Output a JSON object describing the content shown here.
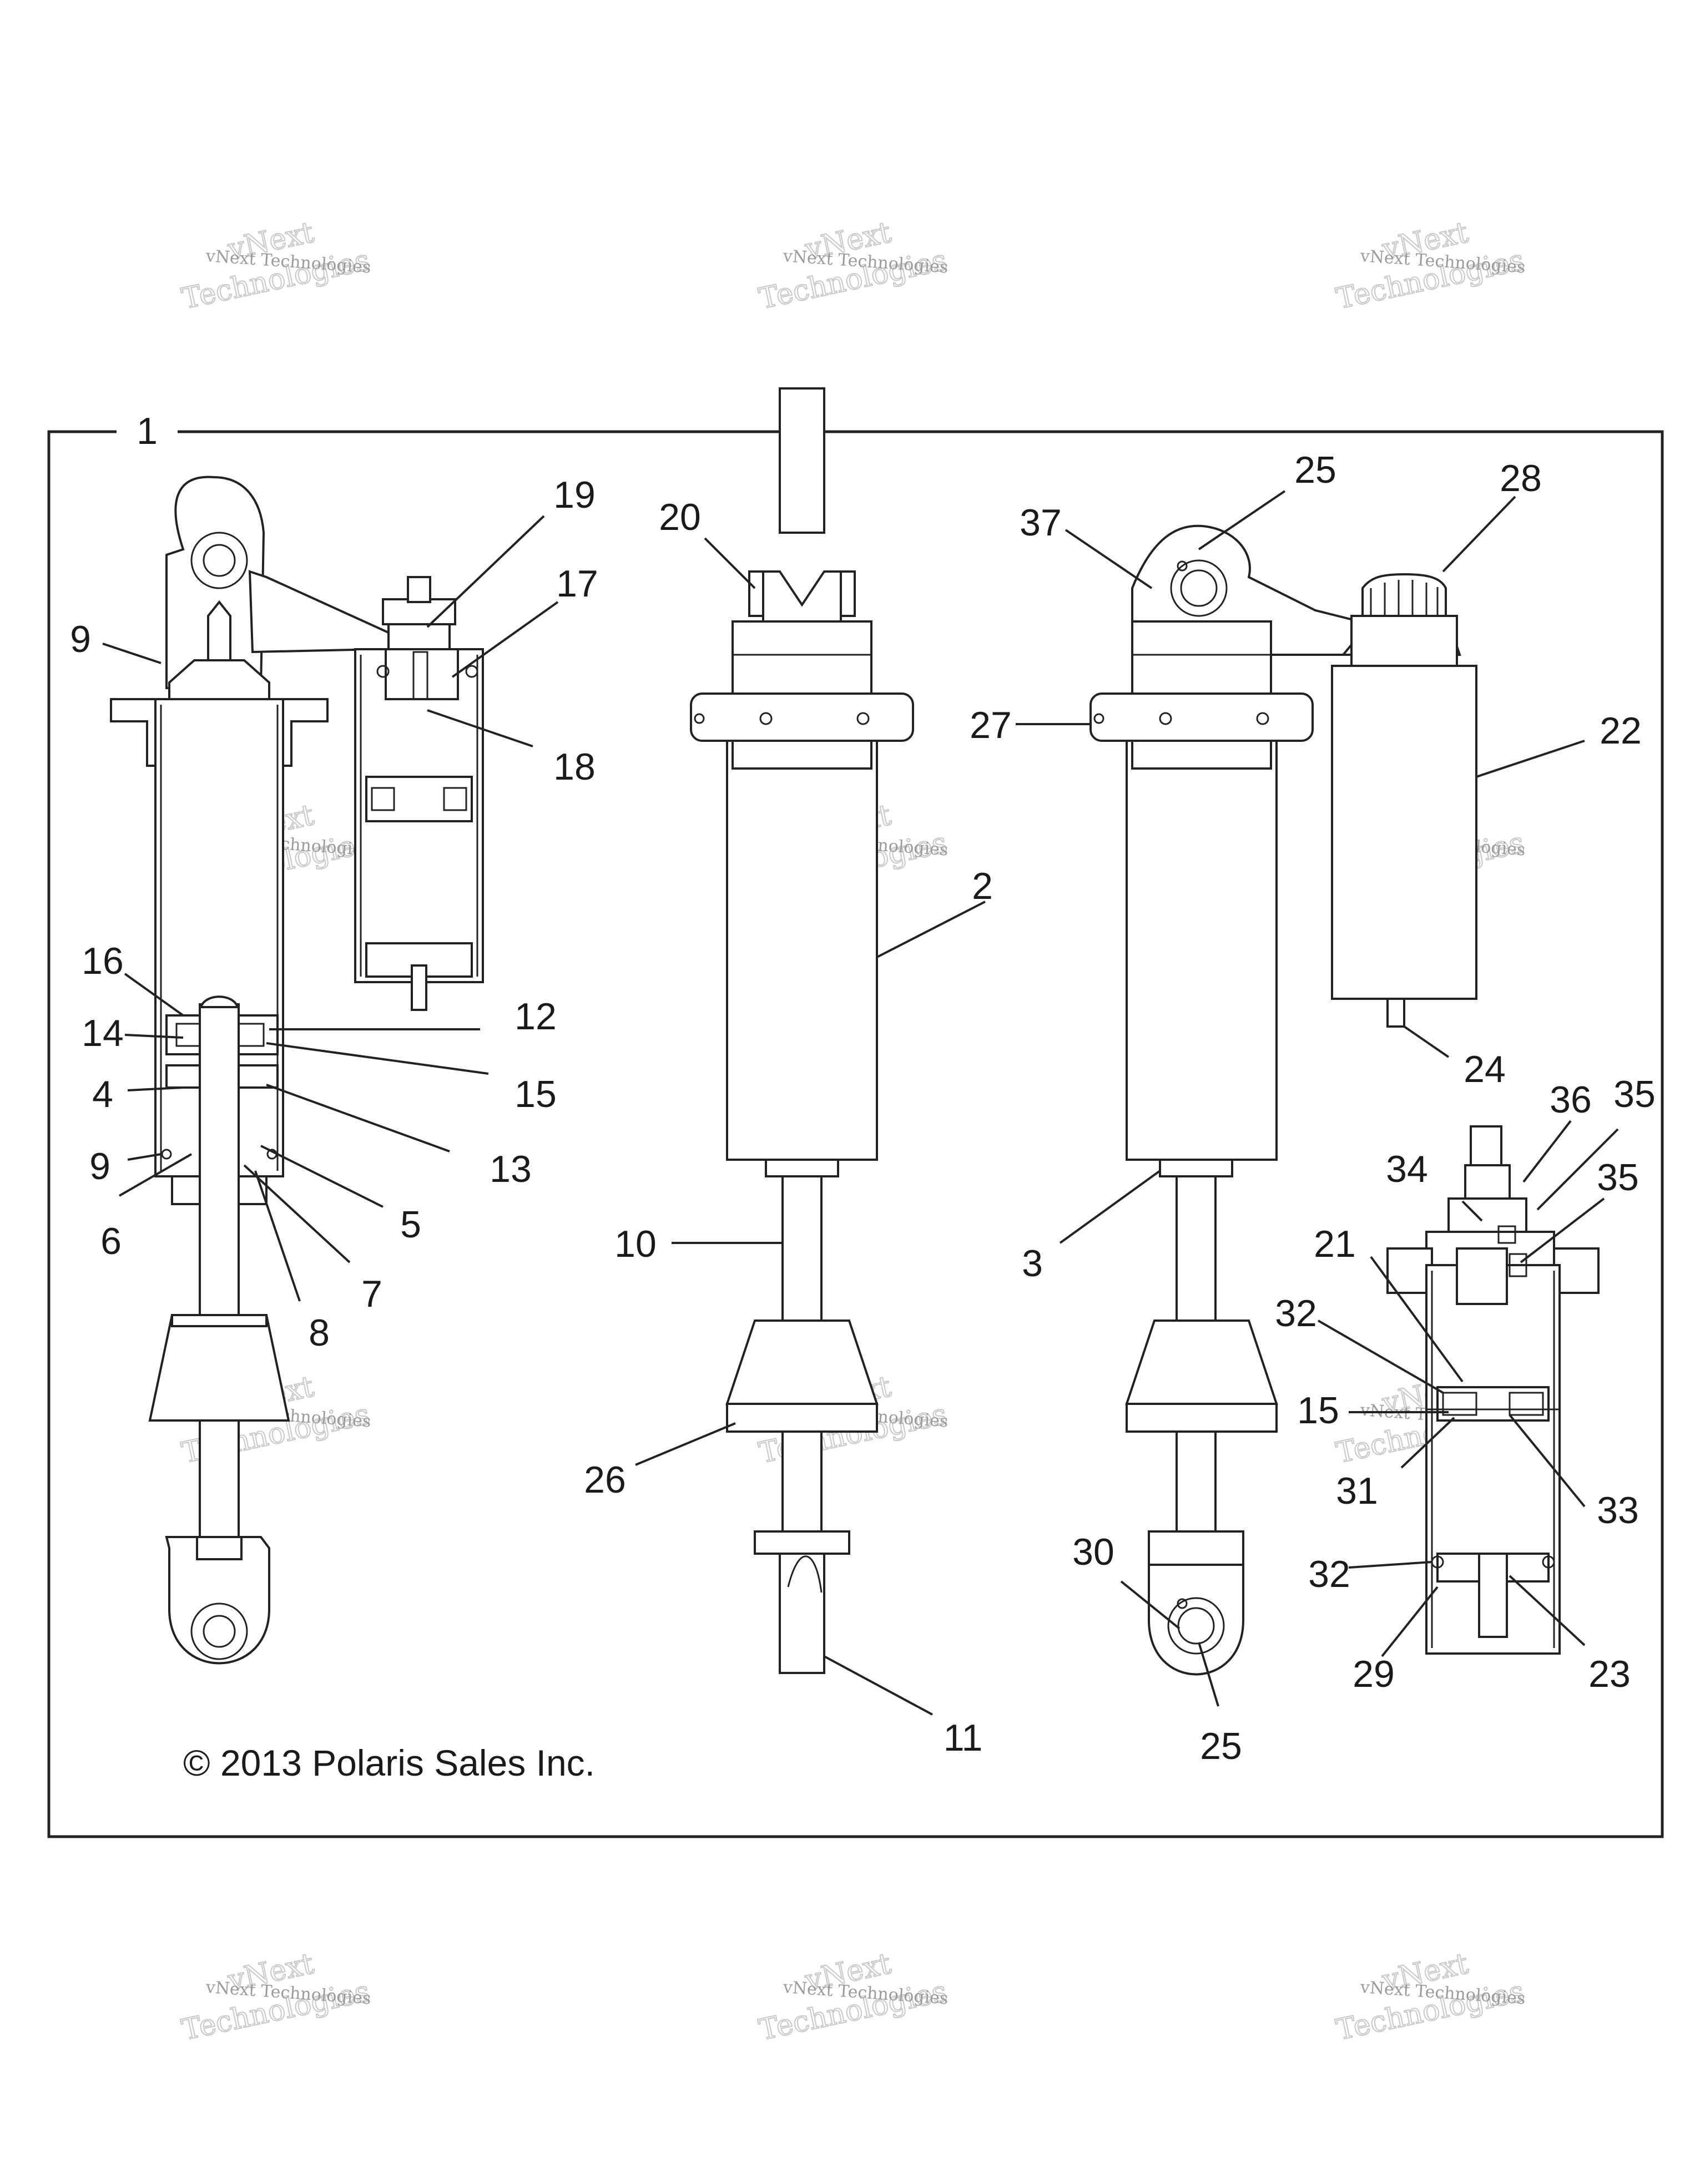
{
  "frame_label": "1",
  "copyright": "© 2013 Polaris Sales Inc.",
  "watermark": {
    "line1": "vNext Technologies",
    "line2": "vNext",
    "line3": "Technologies"
  },
  "callouts": {
    "c9a": "9",
    "c19": "19",
    "c17": "17",
    "c18": "18",
    "c16": "16",
    "c14": "14",
    "c4": "4",
    "c9b": "9",
    "c6": "6",
    "c8": "8",
    "c7": "7",
    "c5": "5",
    "c13": "13",
    "c15a": "15",
    "c12": "12",
    "c20": "20",
    "c2": "2",
    "c10": "10",
    "c26": "26",
    "c11": "11",
    "c37": "37",
    "c25a": "25",
    "c28": "28",
    "c27": "27",
    "c22": "22",
    "c24": "24",
    "c3": "3",
    "c30": "30",
    "c25b": "25",
    "c36": "36",
    "c35a": "35",
    "c34": "34",
    "c35b": "35",
    "c21": "21",
    "c32a": "32",
    "c15b": "15",
    "c31": "31",
    "c33": "33",
    "c32b": "32",
    "c29": "29",
    "c23": "23"
  },
  "watermark_positions_note": ""
}
